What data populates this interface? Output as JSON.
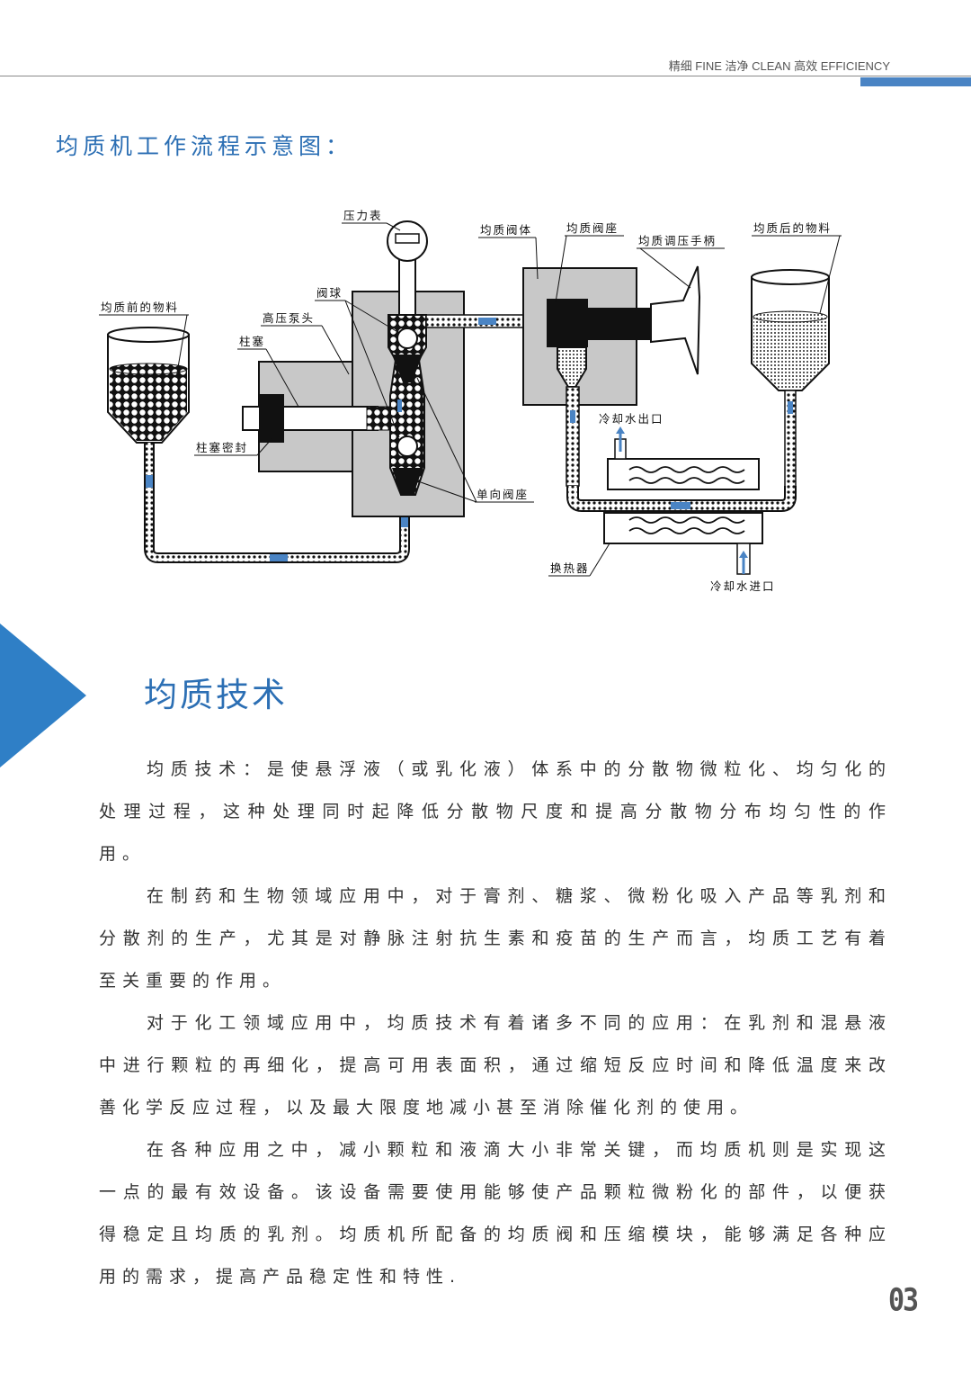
{
  "header": {
    "tagline": "精细 FINE    洁净 CLEAN    高效 EFFICIENCY"
  },
  "diagram": {
    "title": "均质机工作流程示意图：",
    "labels": {
      "pressure_gauge": "压力表",
      "valve_body": "均质阀体",
      "valve_seat": "均质阀座",
      "pressure_handle": "均质调压手柄",
      "material_after": "均质后的物料",
      "valve_ball": "阀球",
      "pump_head": "高压泵头",
      "material_before": "均质前的物料",
      "plunger": "柱塞",
      "plunger_seal": "柱塞密封",
      "check_seat": "单向阀座",
      "cooling_out": "冷却水出口",
      "heat_exchanger": "换热器",
      "cooling_in": "冷却水进口"
    }
  },
  "section": {
    "title": "均质技术"
  },
  "paragraphs": [
    "均质技术：是使悬浮液（或乳化液）体系中的分散物微粒化、均匀化的处理过程，这种处理同时起降低分散物尺度和提高分散物分布均匀性的作用。",
    "在制药和生物领域应用中，对于膏剂、糖浆、微粉化吸入产品等乳剂和分散剂的生产，尤其是对静脉注射抗生素和疫苗的生产而言，均质工艺有着至关重要的作用。",
    "对于化工领域应用中，均质技术有着诸多不同的应用：在乳剂和混悬液中进行颗粒的再细化，提高可用表面积，通过缩短反应时间和降低温度来改善化学反应过程，以及最大限度地减小甚至消除催化剂的使用。",
    "在各种应用之中，减小颗粒和液滴大小非常关键，而均质机则是实现这一点的最有效设备。该设备需要使用能够使产品颗粒微粉化的部件，以便获得稳定且均质的乳剂。均质机所配备的均质阀和压缩模块，能够满足各种应用的需求，提高产品稳定性和特性."
  ],
  "page_number": "03",
  "colors": {
    "accent": "#2c6fb4",
    "bar": "#4a84c4",
    "triangle": "#2f7fc6",
    "block": "#c8c8c8"
  }
}
